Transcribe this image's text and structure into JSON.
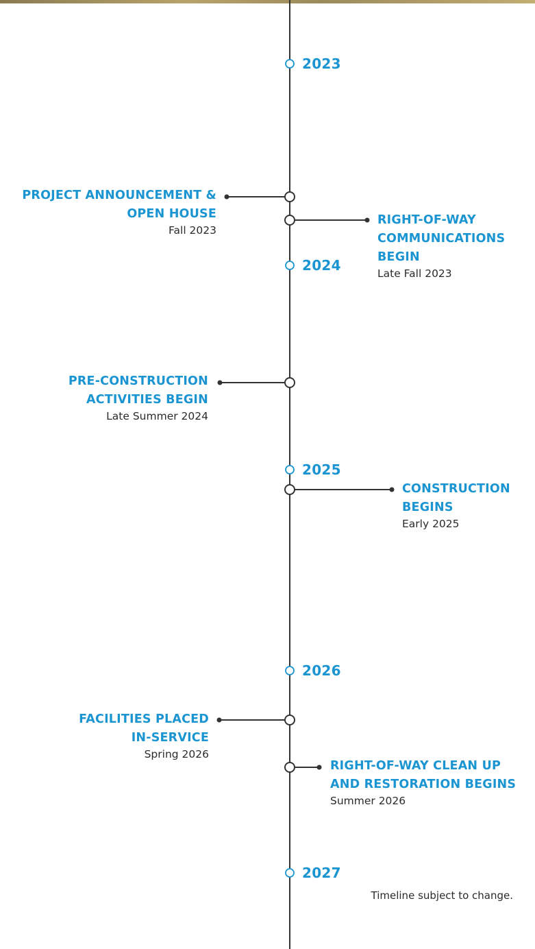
{
  "years": [
    "2023",
    "2024",
    "2025",
    "2026",
    "2027"
  ],
  "events": {
    "announcement": {
      "title_1": "PROJECT ANNOUNCEMENT &",
      "title_2": "OPEN HOUSE",
      "date": "Fall 2023"
    },
    "row_comm": {
      "title_1": "RIGHT-OF-WAY",
      "title_2": "COMMUNICATIONS",
      "title_3": "BEGIN",
      "date": "Late Fall 2023"
    },
    "preconstruction": {
      "title_1": "PRE-CONSTRUCTION",
      "title_2": "ACTIVITIES BEGIN",
      "date": "Late Summer 2024"
    },
    "construction": {
      "title_1": "CONSTRUCTION",
      "title_2": "BEGINS",
      "date": "Early 2025"
    },
    "in_service": {
      "title_1": "FACILITIES PLACED",
      "title_2": "IN-SERVICE",
      "date": "Spring 2026"
    },
    "restoration": {
      "title_1": "RIGHT-OF-WAY CLEAN UP",
      "title_2": "AND RESTORATION BEGINS",
      "date": "Summer 2026"
    }
  },
  "footer_note": "Timeline subject to change.",
  "colors": {
    "accent": "#1b95d2",
    "line": "#333333",
    "text": "#2b2b2b"
  }
}
